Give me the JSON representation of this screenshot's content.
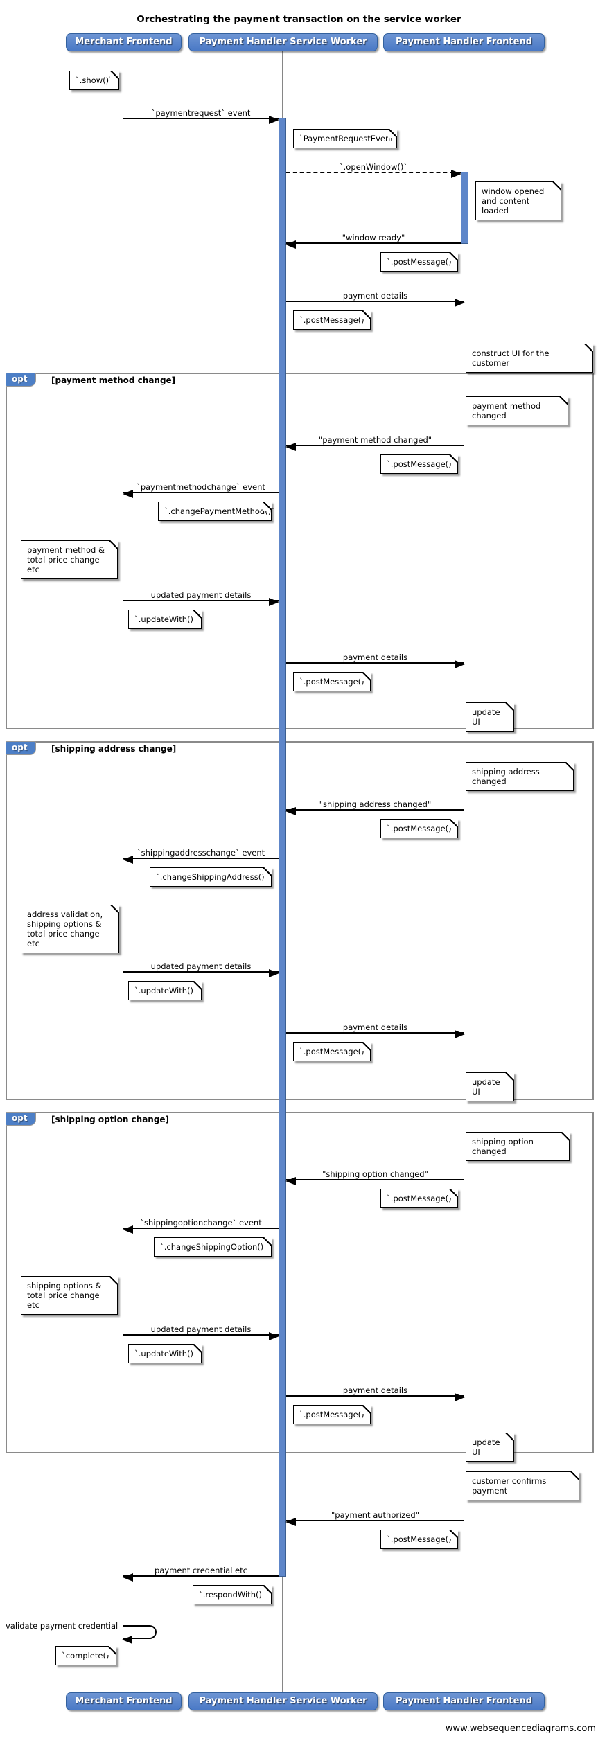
{
  "title": "Orchestrating the payment transaction on the service worker",
  "watermark": "www.websequencediagrams.com",
  "participants": {
    "merchant": "Merchant Frontend",
    "service_worker": "Payment Handler Service Worker",
    "frontend": "Payment Handler Frontend"
  },
  "fragments": {
    "keyword": "opt",
    "payment_method": "[payment method change]",
    "shipping_address": "[shipping address change]",
    "shipping_option": "[shipping option change]"
  },
  "labels": {
    "show": "`.show()`",
    "paymentrequest_event": "`paymentrequest` event",
    "payment_request_event": "`PaymentRequestEvent`",
    "open_window": "`.openWindow()`",
    "window_opened": "window opened\nand content loaded",
    "window_ready": "\"window ready\"",
    "post_message": "`.postMessage()`",
    "payment_details": "payment details",
    "construct_ui": "construct UI for the customer",
    "payment_method_changed_note": "payment method changed",
    "payment_method_changed_msg": "\"payment method changed\"",
    "paymentmethodchange_event": "`paymentmethodchange` event",
    "change_payment_method": "`.changePaymentMethod()`",
    "payment_method_total_price": "payment method &\ntotal price change etc",
    "updated_payment_details": "updated payment details",
    "update_with": "`.updateWith()`",
    "update_ui": "update UI",
    "shipping_address_changed_note": "shipping address changed",
    "shipping_address_changed_msg": "\"shipping address changed\"",
    "shippingaddresschange_event": "`shippingaddresschange` event",
    "change_shipping_address": "`.changeShippingAddress()`",
    "address_validation": "address validation,\nshipping options &\ntotal price change etc",
    "shipping_option_changed_note": "shipping option changed",
    "shipping_option_changed_msg": "\"shipping option changed\"",
    "shippingoptionchange_event": "`shippingoptionchange` event",
    "change_shipping_option": "`.changeShippingOption()`",
    "shipping_options_total_price": "shipping options &\ntotal price change etc",
    "customer_confirms": "customer confirms payment",
    "payment_authorized": "\"payment authorized\"",
    "payment_credential": "payment credential etc",
    "respond_with": "`.respondWith()`",
    "validate_credential": "validate payment credential",
    "complete": "`complete()`"
  },
  "colors": {
    "participant_fill": "#4d7ec7",
    "participant_border": "#33619e",
    "activation_fill": "#5e86c9",
    "frame_border": "#8a8a8a",
    "lifeline": "#868686",
    "note_background": "#ffffff",
    "text": "#000000"
  }
}
